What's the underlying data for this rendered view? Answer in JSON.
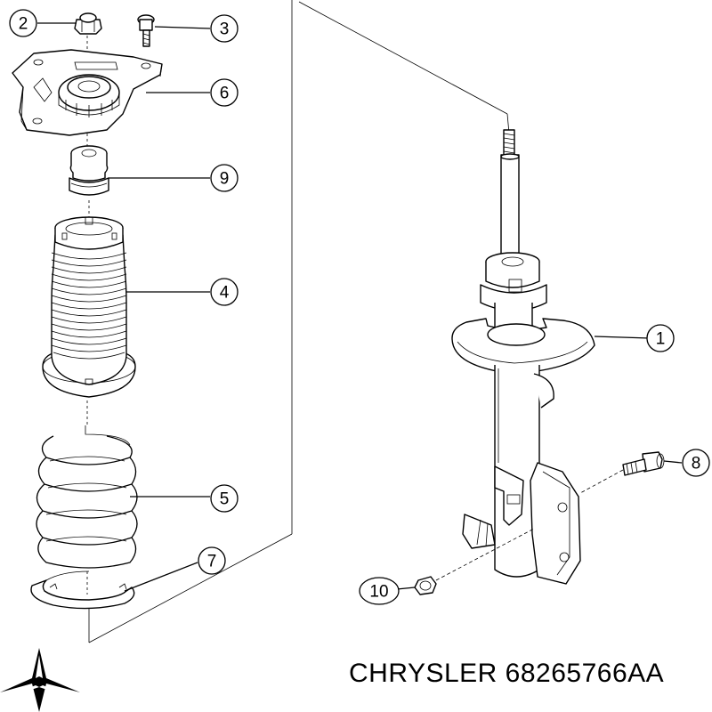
{
  "callouts": [
    {
      "id": "2",
      "label": "2"
    },
    {
      "id": "3",
      "label": "3"
    },
    {
      "id": "6",
      "label": "6"
    },
    {
      "id": "9",
      "label": "9"
    },
    {
      "id": "4",
      "label": "4"
    },
    {
      "id": "5",
      "label": "5"
    },
    {
      "id": "7",
      "label": "7"
    },
    {
      "id": "1",
      "label": "1"
    },
    {
      "id": "8",
      "label": "8"
    },
    {
      "id": "10",
      "label": "10"
    }
  ],
  "caption": "CHRYSLER 68265766AA",
  "colors": {
    "line": "#000000",
    "background": "#ffffff"
  }
}
